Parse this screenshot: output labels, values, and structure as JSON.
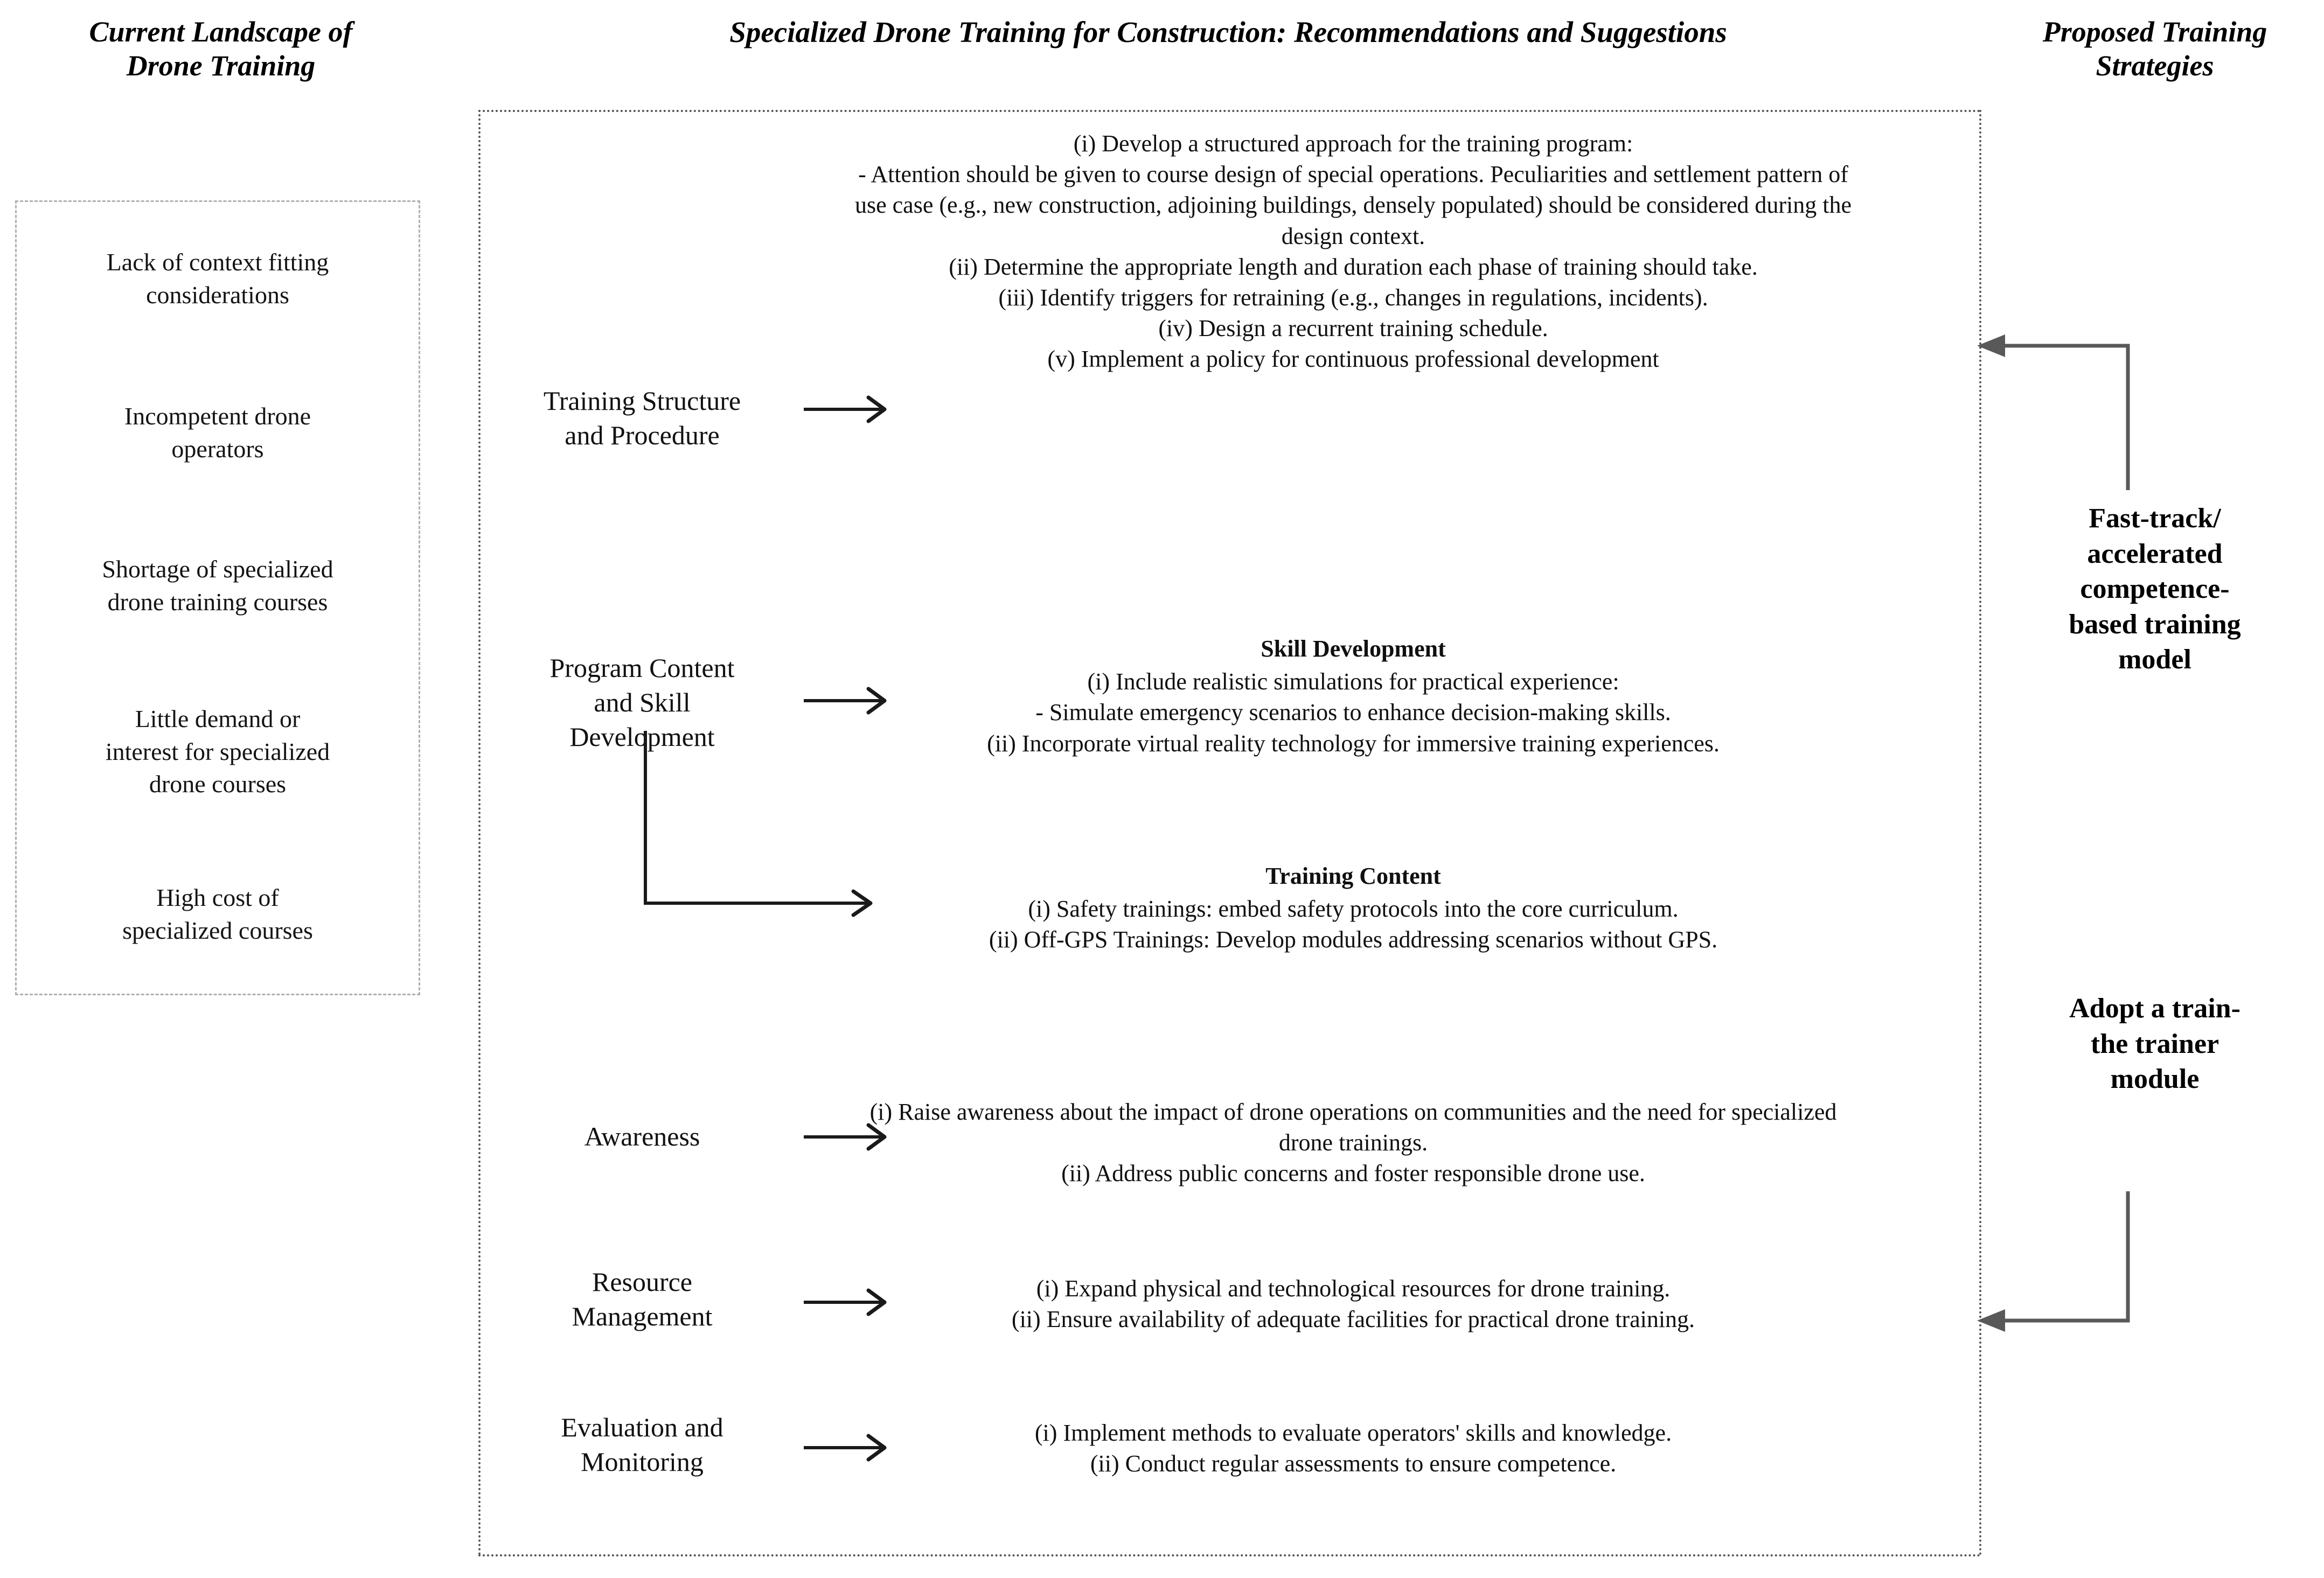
{
  "headings": {
    "left": "Current Landscape of\nDrone Training",
    "center": "Specialized Drone Training for Construction: Recommendations and Suggestions",
    "right": "Proposed Training\nStrategies"
  },
  "current_landscape": {
    "items": [
      "Lack of context fitting\nconsiderations",
      "Incompetent drone\noperators",
      "Shortage of specialized\ndrone training courses",
      "Little demand or\ninterest for specialized\ndrone courses",
      "High cost of\nspecialized courses"
    ]
  },
  "recommendations": {
    "rows": [
      {
        "label": "Training Structure\nand Procedure",
        "subhead": "",
        "body": "(i) Develop a structured approach for the training program:\n- Attention should be given to course design of special operations. Peculiarities and settlement pattern of use case (e.g., new construction, adjoining buildings, densely populated) should be considered during the design context.\n(ii) Determine the appropriate length and duration each phase of training should take.\n(iii) Identify triggers for retraining (e.g., changes in regulations, incidents).\n(iv) Design a recurrent training schedule.\n(v) Implement a policy for continuous professional development"
      },
      {
        "label": "Program Content\nand Skill\nDevelopment",
        "subhead": "Skill Development",
        "body": "(i) Include realistic simulations for practical experience:\n- Simulate emergency scenarios to enhance decision-making skills.\n(ii) Incorporate virtual reality technology for immersive training experiences."
      },
      {
        "label": "",
        "subhead": "Training Content",
        "body": "(i) Safety trainings: embed safety protocols into the core curriculum.\n(ii) Off-GPS Trainings: Develop modules addressing scenarios without GPS."
      },
      {
        "label": "Awareness",
        "subhead": "",
        "body": "(i) Raise awareness about the impact of drone operations on communities and the need for specialized drone trainings.\n(ii) Address public concerns and foster responsible drone use."
      },
      {
        "label": "Resource\nManagement",
        "subhead": "",
        "body": "(i) Expand physical and technological resources for drone training.\n(ii) Ensure availability of adequate facilities for practical drone training."
      },
      {
        "label": "Evaluation and\nMonitoring",
        "subhead": "",
        "body": "(i) Implement methods to evaluate operators' skills and knowledge.\n(ii) Conduct regular assessments to ensure competence."
      }
    ]
  },
  "proposed_strategies": {
    "items": [
      "Fast-track/\naccelerated\ncompetence-\nbased training\nmodel",
      "Adopt a train-\nthe trainer\nmodule"
    ]
  },
  "colors": {
    "text": "#000000",
    "panel_border_main": "#555555",
    "panel_border_left": "#b0b0b0",
    "connector": "#595959",
    "arrow": "#1a1a1a"
  },
  "icons": {
    "arrow_right": "arrow-right-icon",
    "elbow_arrow": "elbow-arrow-icon",
    "feed_arrow_left": "arrow-left-icon"
  }
}
